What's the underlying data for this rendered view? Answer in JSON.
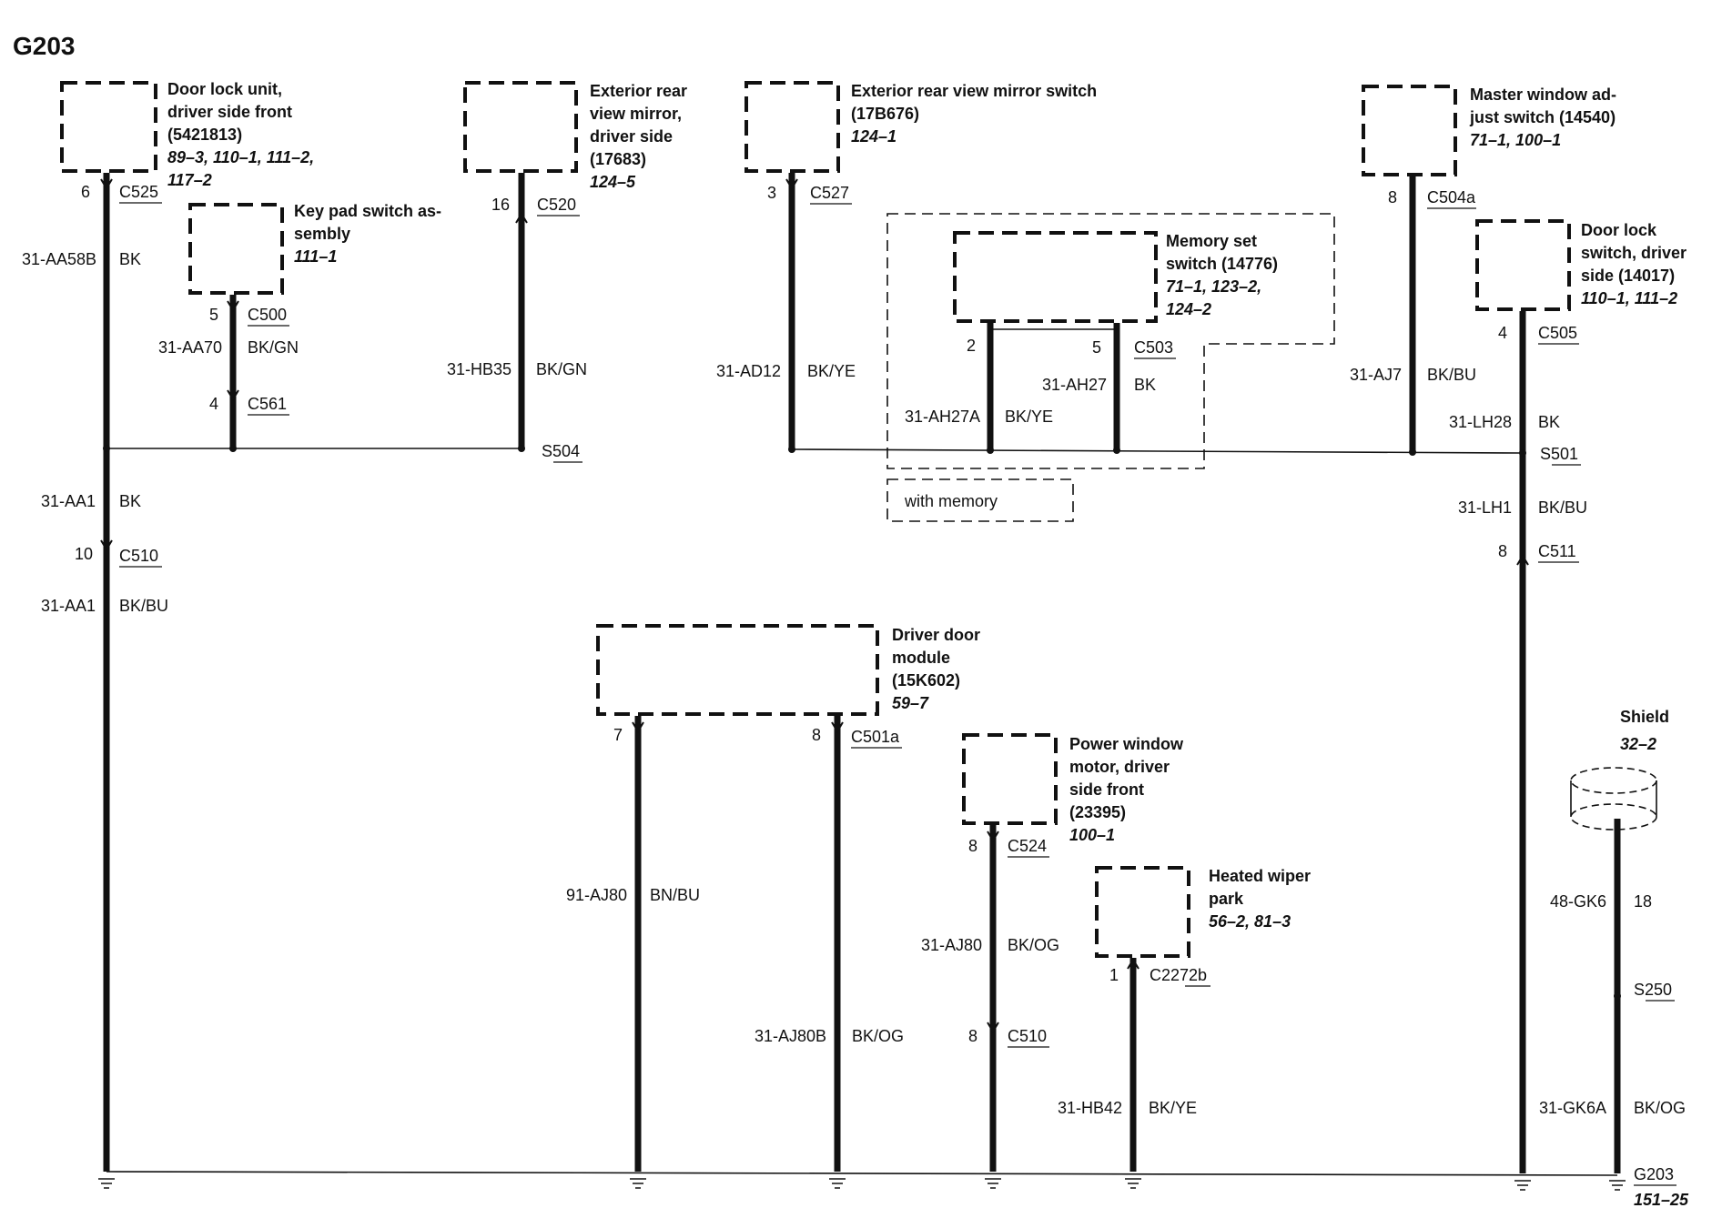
{
  "title": "G203",
  "components": [
    {
      "id": "door_lock_unit",
      "lines": [
        "Door lock unit,",
        "driver side front",
        "(5421813)"
      ],
      "refs": [
        "89–3, 110–1, 111–2,",
        "117–2"
      ]
    },
    {
      "id": "key_pad_switch",
      "lines": [
        "Key pad switch as-",
        "sembly"
      ],
      "refs": [
        "111–1"
      ]
    },
    {
      "id": "ext_mirror",
      "lines": [
        "Exterior rear",
        "view mirror,",
        "driver side",
        "(17683)"
      ],
      "refs": [
        "124–5"
      ]
    },
    {
      "id": "ext_mirror_switch",
      "lines": [
        "Exterior rear view mirror switch",
        "(17B676)"
      ],
      "refs": [
        "124–1"
      ]
    },
    {
      "id": "memory_set_switch",
      "lines": [
        "Memory set",
        "switch (14776)"
      ],
      "refs": [
        "71–1, 123–2,",
        "124–2"
      ]
    },
    {
      "id": "master_window_switch",
      "lines": [
        "Master window ad-",
        "just switch (14540)"
      ],
      "refs": [
        "71–1, 100–1"
      ]
    },
    {
      "id": "door_lock_switch",
      "lines": [
        "Door lock",
        "switch, driver",
        "side (14017)"
      ],
      "refs": [
        "110–1, 111–2"
      ]
    },
    {
      "id": "driver_door_module",
      "lines": [
        "Driver door",
        "module",
        "(15K602)"
      ],
      "refs": [
        "59–7"
      ]
    },
    {
      "id": "power_window_motor",
      "lines": [
        "Power window",
        "motor, driver",
        "side front",
        "(23395)"
      ],
      "refs": [
        "100–1"
      ]
    },
    {
      "id": "heated_wiper_park",
      "lines": [
        "Heated wiper",
        "park"
      ],
      "refs": [
        "56–2, 81–3"
      ]
    },
    {
      "id": "shield",
      "lines": [
        "Shield"
      ],
      "refs": [
        "32–2"
      ]
    }
  ],
  "with_memory_label": "with memory",
  "pins": [
    "6",
    "5",
    "4",
    "16",
    "3",
    "2",
    "5",
    "8",
    "4",
    "10",
    "8",
    "7",
    "8",
    "8",
    "8",
    "1",
    "18"
  ],
  "connectors": [
    "C525",
    "C500",
    "C561",
    "C520",
    "C527",
    "C503",
    "C504a",
    "C505",
    "C510",
    "C511",
    "C501a",
    "C524",
    "C510",
    "C2272b"
  ],
  "splices": [
    "S504",
    "S501",
    "S250"
  ],
  "ground": {
    "label": "G203",
    "ref": "151–25"
  },
  "wire_ids": [
    "31-AA58B",
    "31-AA70",
    "31-HB35",
    "31-AD12",
    "31-AH27A",
    "31-AH27",
    "31-AJ7",
    "31-LH28",
    "31-AA1",
    "31-AA1",
    "31-LH1",
    "91-AJ80",
    "31-AJ80",
    "31-AJ80B",
    "31-HB42",
    "48-GK6",
    "31-GK6A"
  ],
  "wire_colors": [
    "BK",
    "BK/GN",
    "BK/GN",
    "BK/YE",
    "BK/YE",
    "BK",
    "BK/BU",
    "BK",
    "BK",
    "BK/BU",
    "BK/BU",
    "BN/BU",
    "BK/OG",
    "BK/OG",
    "BK/YE",
    "BK/OG"
  ]
}
